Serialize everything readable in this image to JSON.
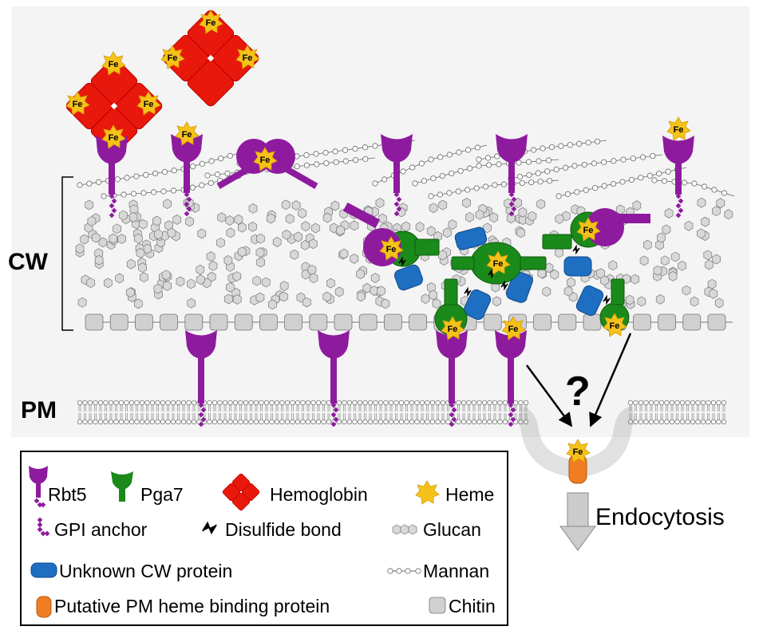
{
  "regions": {
    "cw_label": "CW",
    "pm_label": "PM"
  },
  "heme_symbol": "Fe",
  "question_mark": "?",
  "endocytosis_label": "Endocytosis",
  "legend": {
    "rbt5": "Rbt5",
    "pga7": "Pga7",
    "hemoglobin": "Hemoglobin",
    "heme": "Heme",
    "gpi_anchor": "GPI anchor",
    "disulfide_bond": "Disulfide bond",
    "glucan": "Glucan",
    "unknown_cw_protein": "Unknown CW protein",
    "mannan": "Mannan",
    "putative_pm_protein": "Putative PM heme binding protein",
    "chitin": "Chitin"
  },
  "colors": {
    "rbt5": "#8e1b9e",
    "pga7": "#1a8a1a",
    "hemoglobin": "#e8180c",
    "heme_star": "#f5c21a",
    "unknown_protein": "#1e6fc2",
    "pm_protein": "#f07d22",
    "glucan": "#d8d8d8",
    "chitin": "#d0d0d0",
    "background": "#f3f3f3"
  }
}
